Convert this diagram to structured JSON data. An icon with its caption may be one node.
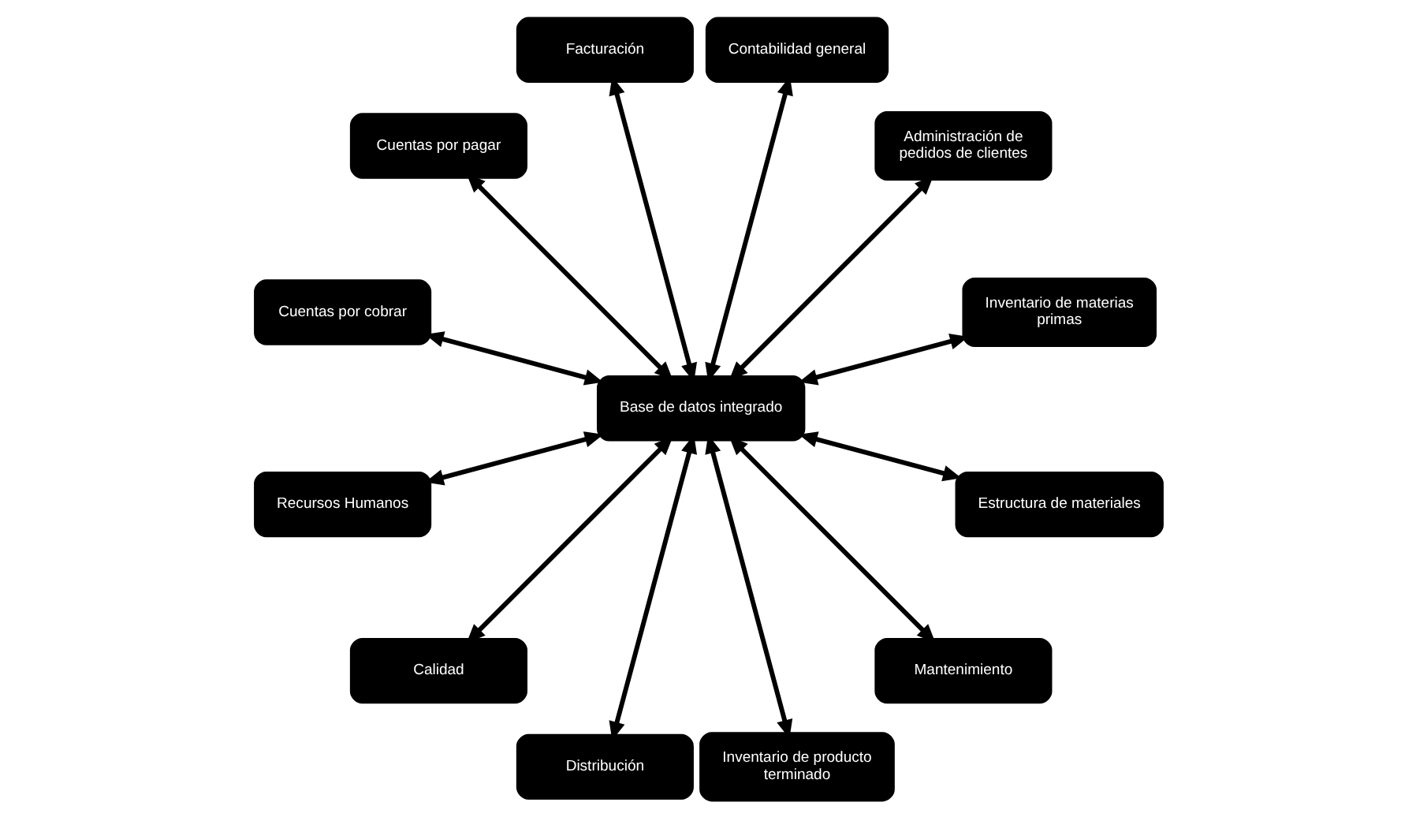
{
  "diagram": {
    "nodes": [
      {
        "text": [
          "Inventario de materias primas"
        ]
      },
      {
        "text": [
          "Administración de pedidos de clientes"
        ]
      },
      {
        "text": [
          "Contabilidad general"
        ]
      },
      {
        "text": [
          "Facturación"
        ]
      },
      {
        "text": [
          "Cuentas por pagar"
        ]
      },
      {
        "text": [
          "Cuentas por cobrar"
        ]
      },
      {
        "text": [
          "Base de datos integrado"
        ]
      },
      {
        "text": [
          "Recursos Humanos"
        ]
      },
      {
        "text": [
          "Calidad"
        ]
      },
      {
        "text": [
          "Distribución"
        ]
      },
      {
        "text": [
          "Inventario de producto terminado"
        ]
      },
      {
        "text": [
          "Mantenimiento"
        ]
      },
      {
        "text": [
          "Estructura de materiales"
        ]
      }
    ],
    "edges": [
      {
        "from": 6,
        "to": 0,
        "arrow": "both"
      },
      {
        "from": 6,
        "to": 2,
        "arrow": "both"
      },
      {
        "from": 6,
        "to": 4,
        "arrow": "both"
      },
      {
        "from": 6,
        "to": 7,
        "arrow": "both"
      },
      {
        "from": 6,
        "to": 9,
        "arrow": "both"
      },
      {
        "from": 6,
        "to": 11,
        "arrow": "both"
      },
      {
        "from": 6,
        "to": 12,
        "arrow": "both"
      },
      {
        "from": 6,
        "to": 10,
        "arrow": "both"
      },
      {
        "from": 6,
        "to": 8,
        "arrow": "both"
      },
      {
        "from": 6,
        "to": 5,
        "arrow": "both"
      },
      {
        "from": 6,
        "to": 3,
        "arrow": "both"
      },
      {
        "from": 6,
        "to": 1,
        "arrow": "both"
      }
    ]
  }
}
